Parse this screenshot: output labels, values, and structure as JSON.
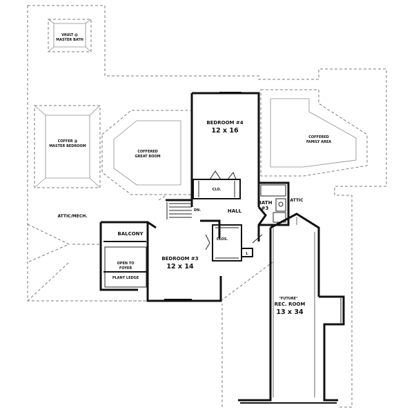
{
  "rooms": {
    "vault_master_bath": [
      "VAULT @",
      "MASTER BATH"
    ],
    "coffer_master_bedroom": [
      "COFFER @",
      "MASTER BEDROOM"
    ],
    "coffered_great_room": [
      "COFFERED",
      "GREAT ROOM"
    ],
    "coffered_family_area": [
      "COFFERED",
      "FAMILY AREA"
    ],
    "attic_mech": "ATTIC/MECH.",
    "bedroom4": {
      "name": "BEDROOM #4",
      "size": "12 x 16"
    },
    "bedroom3": {
      "name": "BEDROOM #3",
      "size": "12 x 14"
    },
    "hall": "HALL",
    "clo_bedroom4": "CLO.",
    "clos_bedroom3": "CLOS.",
    "linen": "L",
    "bath3": [
      "BATH",
      "#3"
    ],
    "attic": "ATTIC",
    "balcony": "BALCONY",
    "open_to_foyer": [
      "OPEN TO",
      "FOYER"
    ],
    "plant_ledge": "PLANT LEDGE",
    "dn": "DN.",
    "rec_room": {
      "tag": "\"FUTURE\"",
      "name": "REC. ROOM",
      "size": "13 x 34"
    }
  }
}
